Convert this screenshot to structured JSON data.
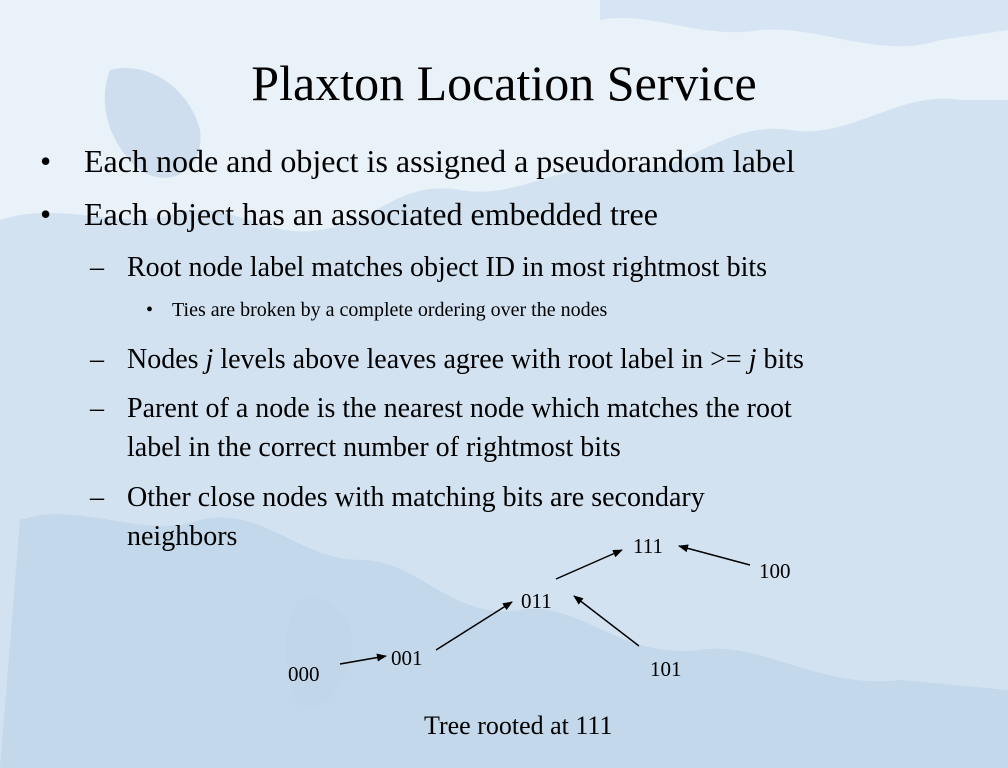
{
  "slide": {
    "title": "Plaxton Location Service",
    "bullets": [
      "Each node and object is assigned a pseudorandom label",
      "Each object has an associated embedded tree"
    ],
    "sub_items": {
      "root_label": "Root node label matches object ID in most rightmost bits",
      "ties": "Ties are broken by a complete ordering over the nodes",
      "nodes_levels": {
        "a": "Nodes ",
        "j1": "j",
        "b": " levels above leaves agree with root label in >= ",
        "j2": "j",
        "c": " bits"
      },
      "parent_line1": "Parent of a node is the nearest node which matches the root",
      "parent_line2": "label in the correct number of rightmost bits",
      "other_line1": "Other close nodes with matching bits are secondary",
      "other_line2": "neighbors"
    },
    "bullet_symbol": "•",
    "dash_symbol": "–"
  },
  "tree": {
    "nodes": {
      "n000": "000",
      "n001": "001",
      "n011": "011",
      "n111": "111",
      "n100": "100",
      "n101": "101"
    },
    "caption": "Tree rooted at 111"
  }
}
